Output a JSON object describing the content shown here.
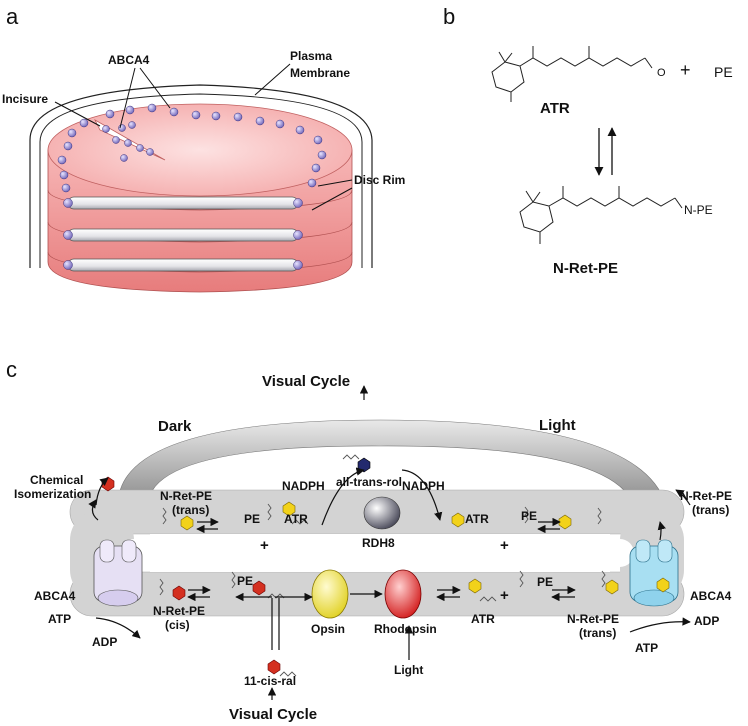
{
  "panels": {
    "a": "a",
    "b": "b",
    "c": "c"
  },
  "panel_a": {
    "abca4": "ABCA4",
    "plasma_membrane_line1": "Plasma",
    "plasma_membrane_line2": "Membrane",
    "incisure": "Incisure",
    "disc_rim": "Disc Rim"
  },
  "panel_b": {
    "atr": "ATR",
    "plus": "+",
    "pe": "PE",
    "oxygen": "O",
    "n_pe": "N-PE",
    "n_ret_pe": "N-Ret-PE"
  },
  "panel_c": {
    "visual_cycle_top": "Visual Cycle",
    "dark": "Dark",
    "light": "Light",
    "all_trans_rol": "all-trans-rol",
    "chemical_line1": "Chemical",
    "chemical_line2": "Isomerization",
    "nret_trans_left_1": "N-Ret-PE",
    "nret_trans_left_2": "(trans)",
    "nret_trans_right_1": "N-Ret-PE",
    "nret_trans_right_2": "(trans)",
    "nret_cis_1": "N-Ret-PE",
    "nret_cis_2": "(cis)",
    "nret_trans_low_1": "N-Ret-PE",
    "nret_trans_low_2": "(trans)",
    "nadph_left": "NADPH",
    "nadph_right": "NADPH",
    "rdh8": "RDH8",
    "pe_top_left": "PE",
    "pe_top_right": "PE",
    "pe_low_left": "PE",
    "pe_low_right": "PE",
    "atr_top_left": "ATR",
    "atr_top_right": "ATR",
    "atr_low_right": "ATR",
    "plus": "+",
    "abca4_left": "ABCA4",
    "abca4_right": "ABCA4",
    "atp_left": "ATP",
    "adp_left": "ADP",
    "atp_right": "ATP",
    "adp_right": "ADP",
    "opsin": "Opsin",
    "rhodopsin": "Rhodopsin",
    "eleven_cis_ral": "11-cis-ral",
    "light_arrow": "Light",
    "visual_cycle_bottom": "Visual Cycle"
  }
}
